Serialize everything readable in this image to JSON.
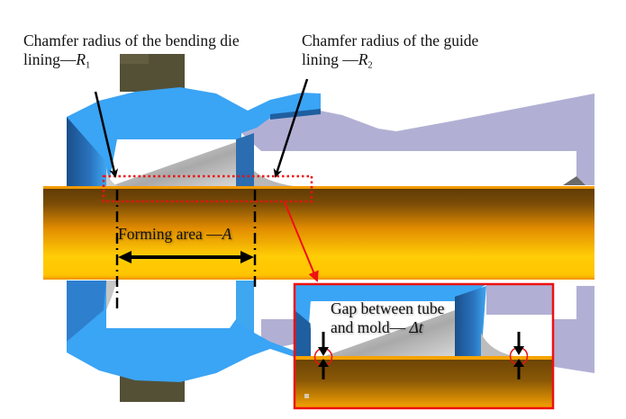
{
  "figure": {
    "title": "Schematic of tube forming between bending die lining and guide lining",
    "annotations": {
      "r1": {
        "line1": "Chamfer radius of the bending die",
        "line2_prefix": "lining—",
        "symbol": "R",
        "subscript": "1"
      },
      "r2": {
        "line1": "Chamfer radius of the guide",
        "line2_prefix": "lining —",
        "symbol": "R",
        "subscript": "2"
      },
      "forming_area": {
        "prefix": "Forming area —",
        "symbol": "A"
      },
      "gap": {
        "line1": "Gap between tube",
        "line2_prefix": "and mold— ",
        "symbol": "Δt"
      }
    },
    "components": {
      "bending_die_lining": "bending-die-lining",
      "guide_lining": "guide-lining",
      "mold": "mold-body",
      "tube": "tube",
      "clamp_block": "clamp-block",
      "detail_inset": "detail-inset"
    },
    "colors": {
      "lining_blue": "#3aa4f5",
      "lining_blue_dark": "#1f5fa0",
      "mold_lavender": "#b1b0d4",
      "tube_dark": "#6b4405",
      "tube_light": "#ffc400",
      "tube_edge": "#f29a00",
      "block_olive": "#545036",
      "highlight_red": "#ee1111",
      "arrow_black": "#000000"
    }
  }
}
